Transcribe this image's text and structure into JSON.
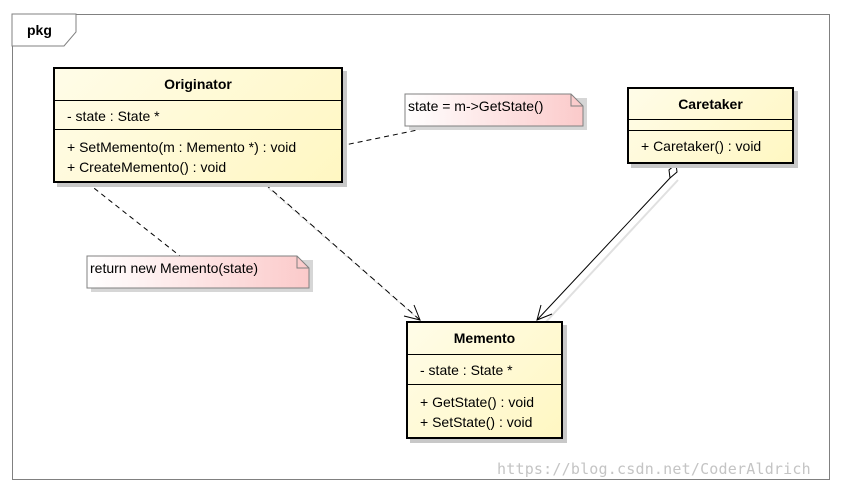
{
  "package": {
    "label": "pkg"
  },
  "classes": {
    "originator": {
      "name": "Originator",
      "attributes": [
        "- state : State *"
      ],
      "operations": [
        "+ SetMemento(m : Memento *) : void",
        "+ CreateMemento() : void"
      ]
    },
    "caretaker": {
      "name": "Caretaker",
      "attributes": [],
      "operations": [
        "+ Caretaker() : void"
      ]
    },
    "memento": {
      "name": "Memento",
      "attributes": [
        "- state : State *"
      ],
      "operations": [
        "+ GetState() : void",
        "+ SetState() : void"
      ]
    }
  },
  "notes": {
    "getstate": "state = m->GetState()",
    "return_memento": "return new Memento(state)"
  },
  "relationships": [
    {
      "type": "dependency",
      "from": "Originator",
      "to": "Memento"
    },
    {
      "type": "aggregation",
      "from": "Caretaker",
      "to": "Memento"
    },
    {
      "type": "note-link",
      "from": "SetMemento",
      "to": "state = m->GetState()"
    },
    {
      "type": "note-link",
      "from": "CreateMemento",
      "to": "return new Memento(state)"
    }
  ],
  "colors": {
    "class_fill": "#fff7c2",
    "note_fill": "#fde0e0",
    "border": "#000000"
  },
  "watermark": "https://blog.csdn.net/CoderAldrich"
}
